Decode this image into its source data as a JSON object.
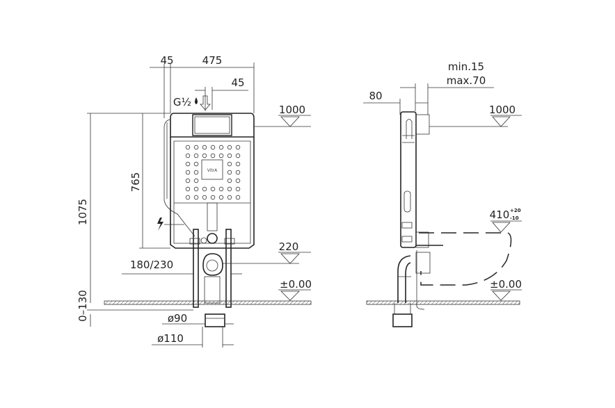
{
  "front_view": {
    "dim_left_offset": "45",
    "dim_width": "475",
    "dim_inlet_offset": "45",
    "inlet_thread": "G½",
    "level_top": "1000",
    "dim_frame_height": "765",
    "dim_total_height": "1075",
    "level_drain": "220",
    "dim_drain_spacing": "180/230",
    "level_floor": "±0.00",
    "dim_floor_adjust": "0–130",
    "dim_pipe_90": "ø90",
    "dim_pipe_110": "ø110",
    "logo_text": "VitrA"
  },
  "side_view": {
    "dim_min": "min.15",
    "dim_max": "max.70",
    "dim_depth": "80",
    "level_top": "1000",
    "level_seat": "410",
    "seat_tol_plus": "+20",
    "seat_tol_minus": "-10",
    "level_floor": "±0.00"
  }
}
